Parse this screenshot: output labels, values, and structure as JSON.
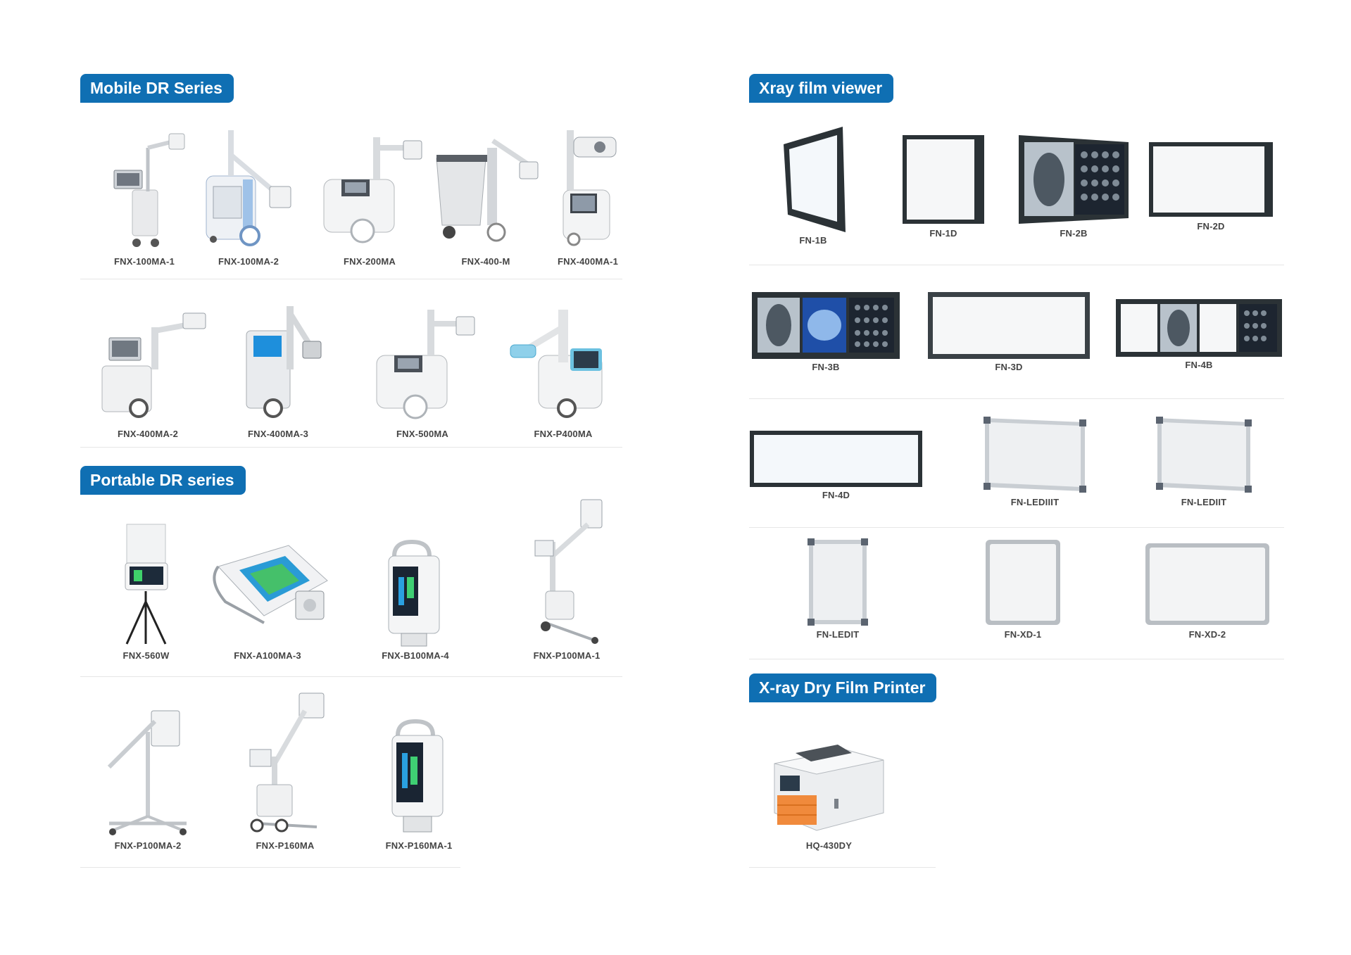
{
  "colors": {
    "accent": "#0f6fb3",
    "label": "#444444",
    "divider": "#e6e6e6"
  },
  "sections": {
    "mobile": {
      "title": "Mobile DR Series",
      "products": [
        "FNX-100MA-1",
        "FNX-100MA-2",
        "FNX-200MA",
        "FNX-400-M",
        "FNX-400MA-1",
        "FNX-400MA-2",
        "FNX-400MA-3",
        "FNX-500MA",
        "FNX-P400MA"
      ]
    },
    "portable": {
      "title": "Portable DR series",
      "products": [
        "FNX-560W",
        "FNX-A100MA-3",
        "FNX-B100MA-4",
        "FNX-P100MA-1",
        "FNX-P100MA-2",
        "FNX-P160MA",
        "FNX-P160MA-1"
      ]
    },
    "viewer": {
      "title": "Xray film viewer",
      "products": [
        "FN-1B",
        "FN-1D",
        "FN-2B",
        "FN-2D",
        "FN-3B",
        "FN-3D",
        "FN-4B",
        "FN-4D",
        "FN-LEDIIIT",
        "FN-LEDIIT",
        "FN-LEDIT",
        "FN-XD-1",
        "FN-XD-2"
      ]
    },
    "printer": {
      "title": "X-ray Dry Film Printer",
      "products": [
        "HQ-430DY"
      ]
    }
  }
}
